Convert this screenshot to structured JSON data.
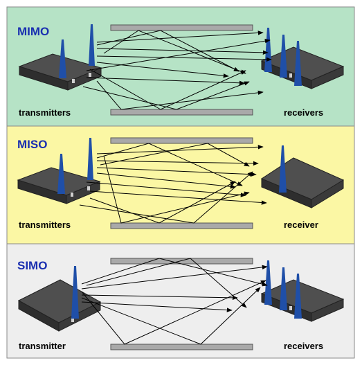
{
  "colors": {
    "mimo_bg": "#b6e3c6",
    "miso_bg": "#fbf7a4",
    "simo_bg": "#eeeeee",
    "title": "#1a2fb0",
    "reflector": "#a9a9a9",
    "antenna": "#1f4fa8",
    "device_top": "#4f4f4f",
    "device_side": "#2e2e2e",
    "arrow": "#000000"
  },
  "panels": [
    {
      "title": "MIMO",
      "left_label": "transmitters",
      "right_label": "receivers"
    },
    {
      "title": "MISO",
      "left_label": "transmitters",
      "right_label": "receiver"
    },
    {
      "title": "SIMO",
      "left_label": "transmitter",
      "right_label": "receivers"
    }
  ],
  "icons": {
    "left_device": "wireless-router-icon",
    "right_device": "wireless-router-icon"
  }
}
